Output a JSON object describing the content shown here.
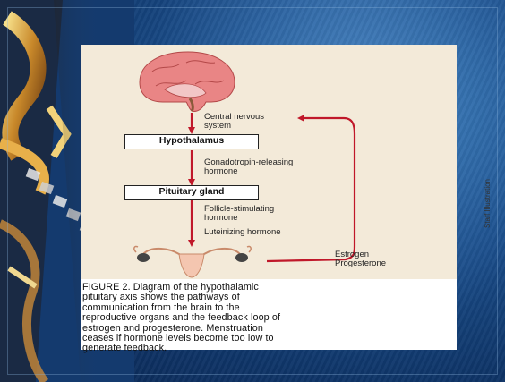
{
  "diagram": {
    "boxes": {
      "hypothalamus": "Hypothalamus",
      "pituitary": "Pituitary gland"
    },
    "labels": {
      "cns_line1": "Central nervous",
      "cns_line2": "system",
      "gnrh_line1": "Gonadotropin-releasing",
      "gnrh_line2": "hormone",
      "fsh_line1": "Follicle-stimulating",
      "fsh_line2": "hormone",
      "lh": "Luteinizing hormone",
      "feedback_line1": "Estrogen",
      "feedback_line2": "Progesterone"
    },
    "credit": "Staff Illustration",
    "colors": {
      "arrow": "#c0182a",
      "brain": "#e87a7a",
      "organ": "#f4c6b0",
      "diagram_bg": "#f3ead9",
      "slide_blue": "#1b4f8d"
    }
  },
  "caption": {
    "line1": "FIGURE 2. Diagram of the hypothalamic",
    "line2": "pituitary axis shows the pathways of",
    "line3": "communication from the brain to the",
    "line4": "reproductive organs and the feedback loop of",
    "line5": "estrogen and progesterone. Menstruation",
    "line6": "ceases if hormone levels become too low to",
    "line7": "generate feedback."
  }
}
